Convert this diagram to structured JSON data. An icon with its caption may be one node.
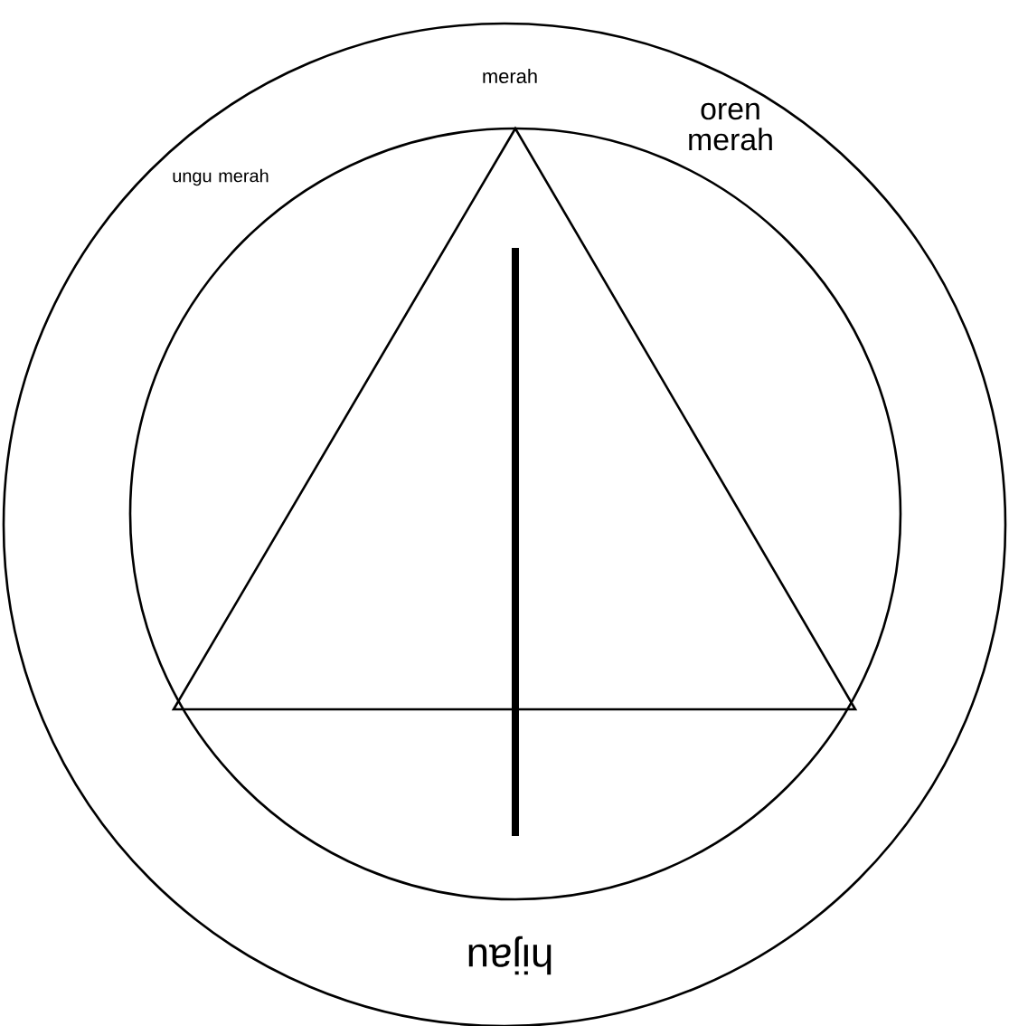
{
  "diagram": {
    "labels": [
      "merah",
      "oren merah",
      "ungu merah",
      "hijau"
    ]
  }
}
